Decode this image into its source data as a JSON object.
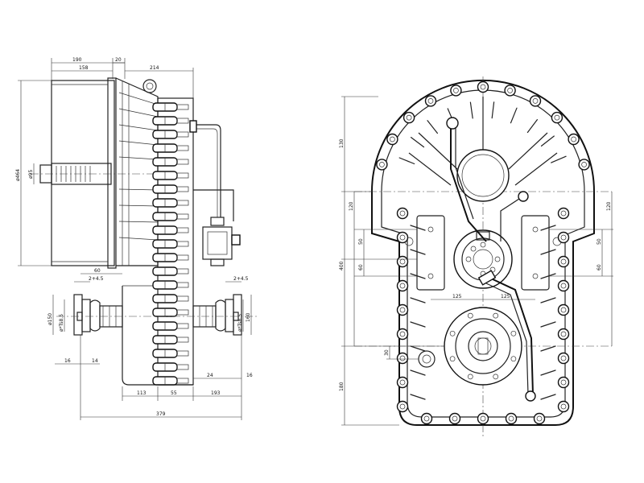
{
  "colors": {
    "line": "#222222",
    "background": "#ffffff"
  },
  "side_view": {
    "dimensions": {
      "d190": "190",
      "d20": "20",
      "d158": "158",
      "d214": "214",
      "phi464": "ø464",
      "phi95": "ø95",
      "d60": "60",
      "tol_left": "2+4.5",
      "tol_right": "2+4.5",
      "phi150": "ø150",
      "phi_left": "ø*Ts8.5",
      "phi_right": "ø*Ts8.5",
      "d160": "160",
      "d16a": "16",
      "d14": "14",
      "d24": "24",
      "d16b": "16",
      "d113": "113",
      "d55": "55",
      "d193": "193",
      "d379": "379"
    }
  },
  "front_view": {
    "dimensions": {
      "d130": "130",
      "d120a": "120",
      "d120b": "120",
      "d50a": "50",
      "d50b": "50",
      "d60a": "60",
      "d60b": "60",
      "d400": "400",
      "d125a": "125",
      "d125b": "125",
      "d30": "30",
      "d180": "180"
    }
  }
}
